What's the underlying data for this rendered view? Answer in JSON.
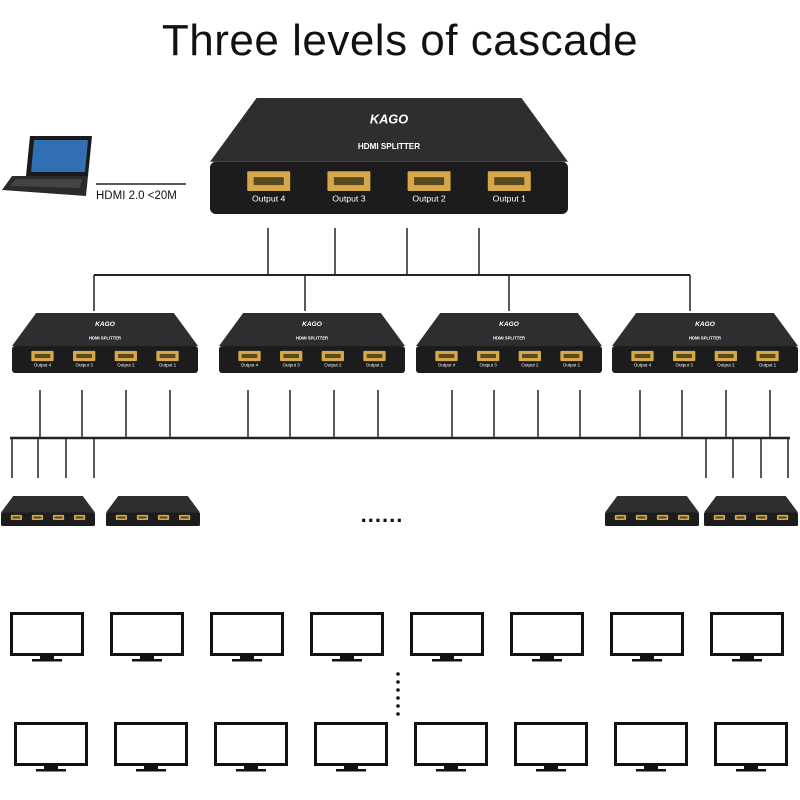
{
  "title": "Three levels of cascade",
  "laptop_caption": "HDMI 2.0 <20M",
  "splitter": {
    "brand": "KAGO",
    "model": "HDMI SPLITTER",
    "ports": [
      "Output 4",
      "Output 3",
      "Output 2",
      "Output 1"
    ]
  },
  "third_level_gap": "......",
  "display_rows_gap": "⋮",
  "colors": {
    "device_body": "#1c1c1c",
    "device_top": "#2e2e2e",
    "port_gold": "#d6a84a",
    "line": "#222222"
  },
  "icons": [
    "laptop-icon",
    "hdmi-splitter-icon",
    "monitor-icon"
  ]
}
